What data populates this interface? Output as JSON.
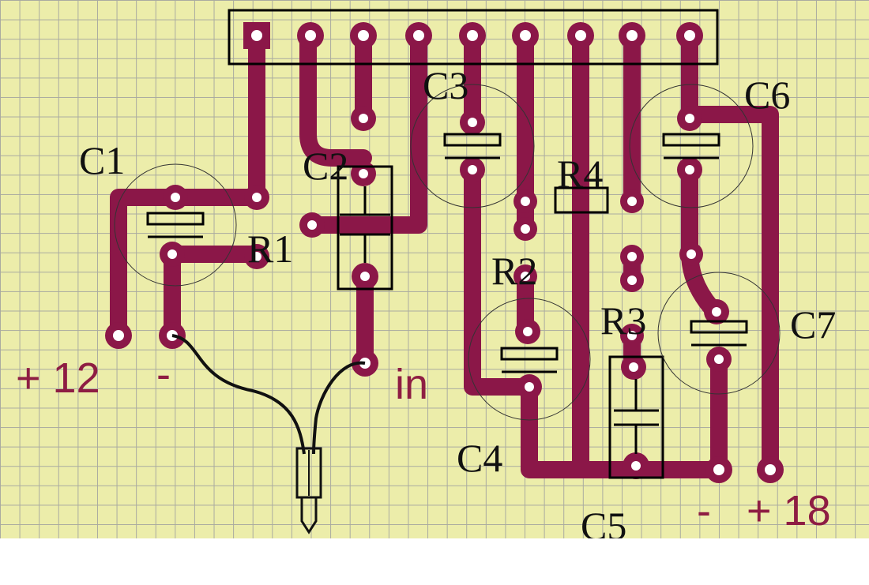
{
  "board": {
    "copper_color": "#8b1748",
    "background_color": "#ecedaa",
    "grid_color": "#a9aaa0",
    "silkscreen_color": "#000000",
    "power_label_color": "#8e1d43"
  },
  "components": {
    "C1": "C1",
    "C2": "C2",
    "C3": "C3",
    "C4": "C4",
    "C5": "C5",
    "C6": "C6",
    "C7": "C7",
    "R1": "R1",
    "R2": "R2",
    "R3": "R3",
    "R4": "R4"
  },
  "terminals": {
    "plus12": "+ 12",
    "minus_left": "-",
    "input": "in",
    "minus_right": "-",
    "plus18": "+ 18"
  },
  "connector": {
    "pin_count": 9,
    "icon": "pin-header-icon"
  }
}
